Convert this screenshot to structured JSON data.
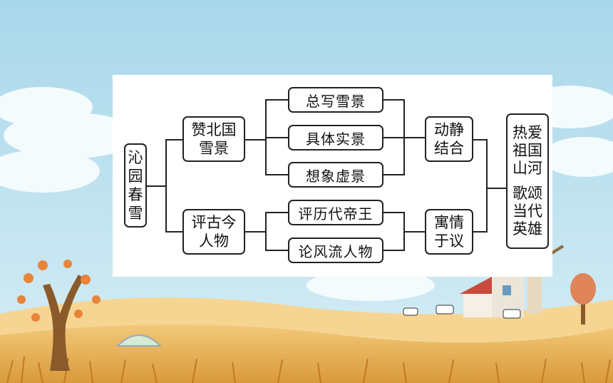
{
  "diagram": {
    "root": [
      "沁",
      "园",
      "春",
      "雪"
    ],
    "branch_top": [
      "赞北国",
      "雪景"
    ],
    "branch_bottom": [
      "评古今",
      "人物"
    ],
    "top_items": [
      "总写雪景",
      "具体实景",
      "想象虚景"
    ],
    "bottom_items": [
      "评历代帝王",
      "论风流人物"
    ],
    "method_top": [
      "动静",
      "结合"
    ],
    "method_bottom": [
      "寓情",
      "于议"
    ],
    "theme": [
      "热爱",
      "祖国",
      "山河",
      "歌颂",
      "当代",
      "英雄"
    ]
  }
}
